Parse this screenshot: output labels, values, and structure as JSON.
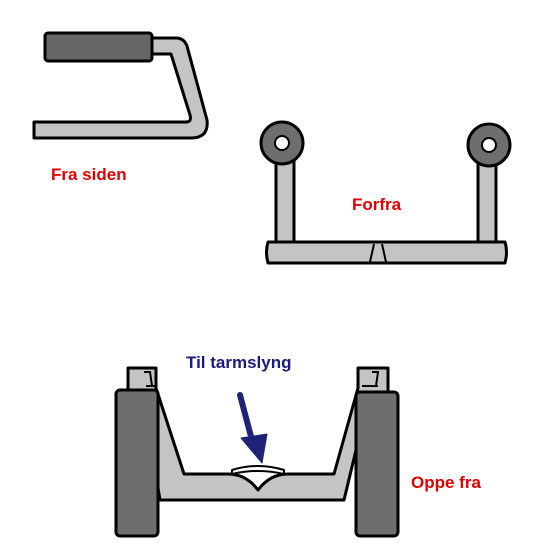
{
  "labels": {
    "side_view": "Fra siden",
    "front_view": "Forfra",
    "top_view": "Oppe fra",
    "arrow_callout": "Til tarmslyng"
  },
  "colors": {
    "label_red": "#e00000",
    "label_navy": "#1a1a80",
    "arrow_navy": "#1e2378",
    "bar_fill": "#c4c4c4",
    "grip_fill": "#666666",
    "wheel_fill": "#6e6e6e",
    "outline": "#000000"
  }
}
